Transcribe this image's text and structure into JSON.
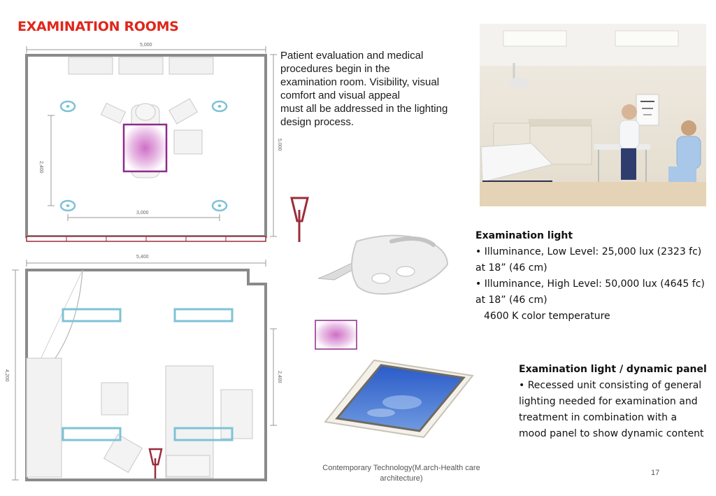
{
  "slide": {
    "title": "EXAMINATION ROOMS",
    "intro_lines": [
      "Patient evaluation and medical",
      "procedures begin in the",
      "examination room. Visibility, visual",
      "comfort and visual appeal",
      "must all be addressed in the lighting",
      "design process."
    ],
    "spec1": {
      "heading": "Examination light",
      "lines": [
        "• Illuminance, Low Level: 25,000 lux (2323 fc)",
        "at 18” (46 cm)",
        "• Illuminance, High Level: 50,000 lux (4645 fc)",
        "at 18” (46 cm)",
        "4600 K color temperature"
      ]
    },
    "spec2": {
      "heading": "Examination light / dynamic panel",
      "lines": [
        "• Recessed unit consisting of general",
        "lighting needed for examination and",
        "treatment in combination with a",
        "mood panel to show dynamic content"
      ]
    },
    "footer_lines": [
      "Contemporary Technology(M.arch-Health care",
      "architecture)"
    ],
    "page_number": "17"
  },
  "plan1": {
    "dim_top": "5,000",
    "dim_left": "2,400",
    "dim_right": "5,000",
    "dim_bottom": "3,000"
  },
  "plan2": {
    "dim_top": "5,400",
    "dim_left": "4,200",
    "dim_right": "2,400"
  },
  "colors": {
    "title": "#e0261b",
    "accent_purple": "#8e2a8c",
    "fixture_cyan": "#7ec3d6",
    "strip_red": "#9b2d3a"
  }
}
